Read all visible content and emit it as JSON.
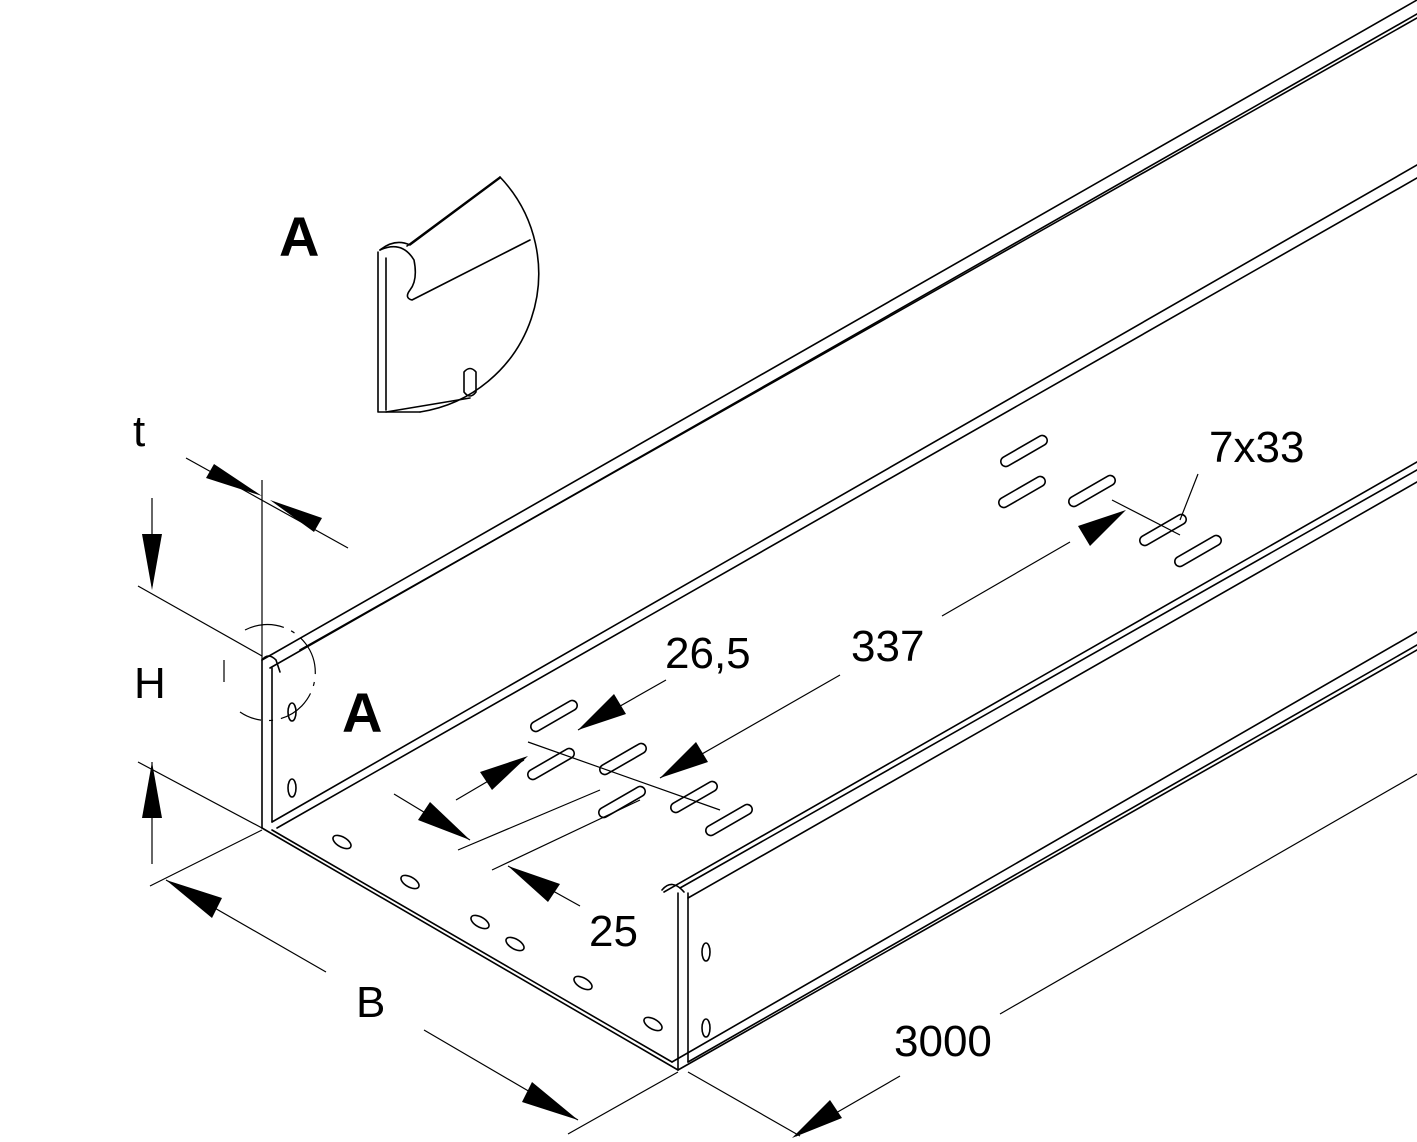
{
  "labels": {
    "detail_ref_callout": "A",
    "detail_ref_main": "A",
    "thickness": "t",
    "height": "H",
    "width": "B",
    "length": "3000",
    "slot_pitch": "26,5",
    "slot_spacing": "337",
    "slot_size": "7x33",
    "slot_offset": "25"
  }
}
